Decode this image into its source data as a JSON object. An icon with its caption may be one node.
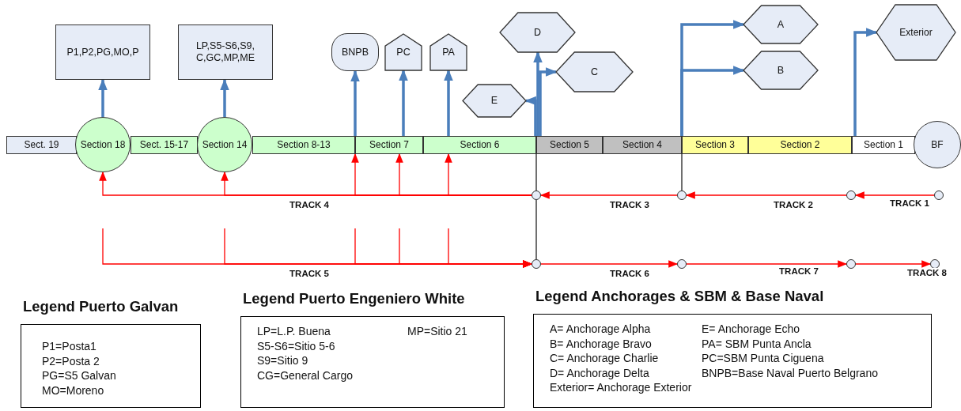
{
  "diagram": {
    "nodes": [
      {
        "text": [
          "P1,P2,PG,MO,P"
        ]
      },
      {
        "text": [
          "LP,S5-S6,S9, C,GC,MP,ME"
        ]
      },
      {
        "text": [
          "BNPB"
        ]
      },
      {
        "text": [
          "PC"
        ]
      },
      {
        "text": [
          "PA"
        ]
      },
      {
        "text": [
          "D"
        ]
      },
      {
        "text": [
          "C"
        ]
      },
      {
        "text": [
          "E"
        ]
      },
      {
        "text": [
          "A"
        ]
      },
      {
        "text": [
          "B"
        ]
      },
      {
        "text": [
          "Exterior"
        ]
      },
      {
        "text": [
          "Sect. 19"
        ]
      },
      {
        "text": [
          "Section 18"
        ]
      },
      {
        "text": [
          "Sect. 15-17"
        ]
      },
      {
        "text": [
          "Section 14"
        ]
      },
      {
        "text": [
          "Section 8-13"
        ]
      },
      {
        "text": [
          "Section 7"
        ]
      },
      {
        "text": [
          "Section 6"
        ]
      },
      {
        "text": [
          "Section 5"
        ]
      },
      {
        "text": [
          "Section 4"
        ]
      },
      {
        "text": [
          "Section 3"
        ]
      },
      {
        "text": [
          "Section 2"
        ]
      },
      {
        "text": [
          "Section 1"
        ]
      },
      {
        "text": [
          "BF"
        ]
      },
      {
        "text": [],
        "shape": "circle"
      },
      {
        "text": [],
        "shape": "circle"
      },
      {
        "text": [],
        "shape": "circle"
      },
      {
        "text": [],
        "shape": "circle"
      },
      {
        "text": [],
        "shape": "circle"
      },
      {
        "text": [],
        "shape": "circle"
      },
      {
        "text": [],
        "shape": "circle"
      },
      {
        "text": [],
        "shape": "circle"
      },
      {
        "text": [
          "Legend Puerto Galvan",
          "P1=Posta1",
          "P2=Posta 2",
          "PG=S5 Galvan",
          "MO=Moreno"
        ]
      },
      {
        "text": [
          "Legend Puerto Engeniero White",
          "LP=L.P. Buena",
          "S5-S6=Sitio 5-6",
          "S9=Sitio 9",
          "CG=General Cargo",
          "MP=Sitio 21"
        ]
      },
      {
        "text": [
          "Legend Anchorages & SBM & Base Naval",
          "A= Anchorage Alpha",
          "B= Anchorage Bravo",
          "C= Anchorage Charlie",
          "D= Anchorage Delta",
          "Exterior= Anchorage Exterior",
          "E= Anchorage Echo",
          "PA= SBM Punta Ancla",
          "PC=SBM Punta Ciguena",
          "BNPB=Base Naval Puerto Belgrano"
        ]
      }
    ],
    "edges": [
      {
        "from": 12,
        "to": 0,
        "arrow": "to",
        "style": "thick",
        "color": "#4a7ebb"
      },
      {
        "from": 14,
        "to": 1,
        "arrow": "to",
        "style": "thick",
        "color": "#4a7ebb"
      },
      {
        "from": 15,
        "to": 2,
        "arrow": "to",
        "style": "thick",
        "color": "#4a7ebb"
      },
      {
        "from": 16,
        "to": 3,
        "arrow": "to",
        "style": "thick",
        "color": "#4a7ebb"
      },
      {
        "from": 17,
        "to": 4,
        "arrow": "to",
        "style": "thick",
        "color": "#4a7ebb"
      },
      {
        "from": 17,
        "to": 5,
        "arrow": "to",
        "style": "thick",
        "color": "#4a7ebb"
      },
      {
        "from": 17,
        "to": 6,
        "arrow": "to",
        "style": "thick",
        "color": "#4a7ebb"
      },
      {
        "from": 17,
        "to": 7,
        "arrow": "to",
        "style": "thick",
        "color": "#4a7ebb"
      },
      {
        "from": 20,
        "to": 8,
        "arrow": "to",
        "style": "thick",
        "color": "#4a7ebb"
      },
      {
        "from": 20,
        "to": 9,
        "arrow": "to",
        "style": "thick",
        "color": "#4a7ebb"
      },
      {
        "from": 22,
        "to": 10,
        "arrow": "to",
        "style": "thick",
        "color": "#4a7ebb"
      },
      {
        "from": 27,
        "to": 26,
        "arrow": "to",
        "label": "TRACK 1"
      },
      {
        "from": 26,
        "to": 25,
        "arrow": "to",
        "label": "TRACK 2"
      },
      {
        "from": 25,
        "to": 24,
        "arrow": "to",
        "label": "TRACK 3"
      },
      {
        "from": 24,
        "to": 12,
        "arrow": "to",
        "label": "TRACK 4"
      },
      {
        "from": 24,
        "to": 14,
        "arrow": "to"
      },
      {
        "from": 24,
        "to": 15,
        "arrow": "to"
      },
      {
        "from": 24,
        "to": 16,
        "arrow": "to"
      },
      {
        "from": 24,
        "to": 17,
        "arrow": "to"
      },
      {
        "from": null,
        "to": 28,
        "arrow": "to",
        "label": "TRACK 5"
      },
      {
        "from": null,
        "to": 28,
        "arrow": "to"
      },
      {
        "from": null,
        "to": 28,
        "arrow": "to"
      },
      {
        "from": null,
        "to": 28,
        "arrow": "to"
      },
      {
        "from": null,
        "to": 28,
        "arrow": "to"
      },
      {
        "from": 17,
        "to": 24,
        "arrow": "none",
        "color": "#222222"
      },
      {
        "from": 24,
        "to": 28,
        "arrow": "none",
        "color": "#222222"
      },
      {
        "from": 20,
        "to": 25,
        "arrow": "none",
        "color": "#222222"
      },
      {
        "from": 28,
        "to": 29,
        "arrow": "to",
        "label": "TRACK 6"
      },
      {
        "from": 29,
        "to": 30,
        "arrow": "to",
        "label": "TRACK 7"
      },
      {
        "from": 30,
        "to": 31,
        "arrow": "to",
        "label": "TRACK 8"
      }
    ]
  }
}
